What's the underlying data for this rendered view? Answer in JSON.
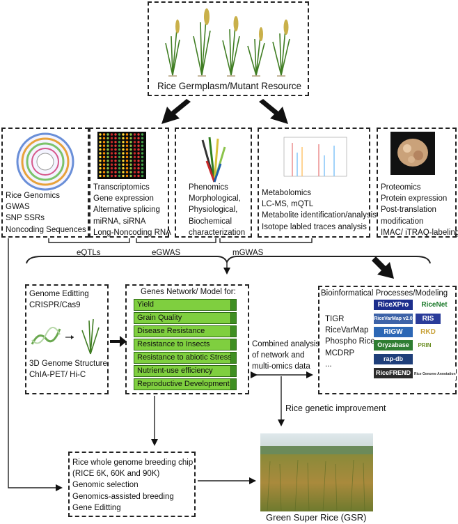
{
  "resource": {
    "title": "Rice Germplasm/Mutant  Resource"
  },
  "omics": {
    "genomics": [
      "Rice Genomics",
      "GWAS",
      "SNP SSRs",
      "Noncoding Sequences"
    ],
    "transcriptomics": [
      "Transcriptomics",
      "Gene expression",
      "Alternative splicing",
      "miRNA, siRNA",
      "Long-Noncoding RNA"
    ],
    "phenomics": [
      "Phenomics",
      "Morphological,",
      "Physiological,",
      "Biochemical",
      "characterization"
    ],
    "metabolomics": [
      "Metabolomics",
      "LC-MS, mQTL",
      "Metabolite identification/analysis",
      "Isotope labled traces analysis"
    ],
    "proteomics": [
      "Proteomics",
      "Protein expression",
      "Post-translation",
      "modification",
      "IMAC/ iTRAQ-labeling"
    ]
  },
  "links": {
    "eqtl": "eQTLs",
    "egwas": "eGWAS",
    "mgwas": "mGWAS"
  },
  "editing": {
    "title1": "Genome Editting",
    "title2": "CRISPR/Cas9",
    "title3": "3D Genome Structure",
    "title4": "ChIA-PET/ Hi-C"
  },
  "network": {
    "title": "Genes Network/ Model for:",
    "items": [
      "Yield",
      "Grain Quality",
      "Disease Resistance",
      "Resistance to Insects",
      "Resistance to abiotic Stress",
      "Nutrient-use efficiency",
      "Reproductive Development"
    ]
  },
  "bioinfo": {
    "title": "Bioinformatical Processes/Modeling",
    "list": [
      "TIGR",
      "RiceVarMap",
      "Phospho Rice",
      "MCDRP",
      "..."
    ],
    "logos": [
      "RiceXPro",
      "RiceNet",
      "RiceVarMap v2.0",
      "RIS",
      "RIGW",
      "RKD",
      "Oryzabase",
      "PRIN",
      "rap-db",
      "RiceFREND",
      "Rice Genome Annotation Project"
    ]
  },
  "combined": [
    "Combined analysis",
    "of network and",
    "multi-omics data"
  ],
  "improvement": "Rice genetic improvement",
  "breeding": [
    "Rice whole genome breeding chip",
    "(RICE 6K, 60K and 90K)",
    "Genomic selection",
    "Genomics-assisted breeding",
    "Gene Editting"
  ],
  "gsr": "Green Super Rice (GSR)"
}
